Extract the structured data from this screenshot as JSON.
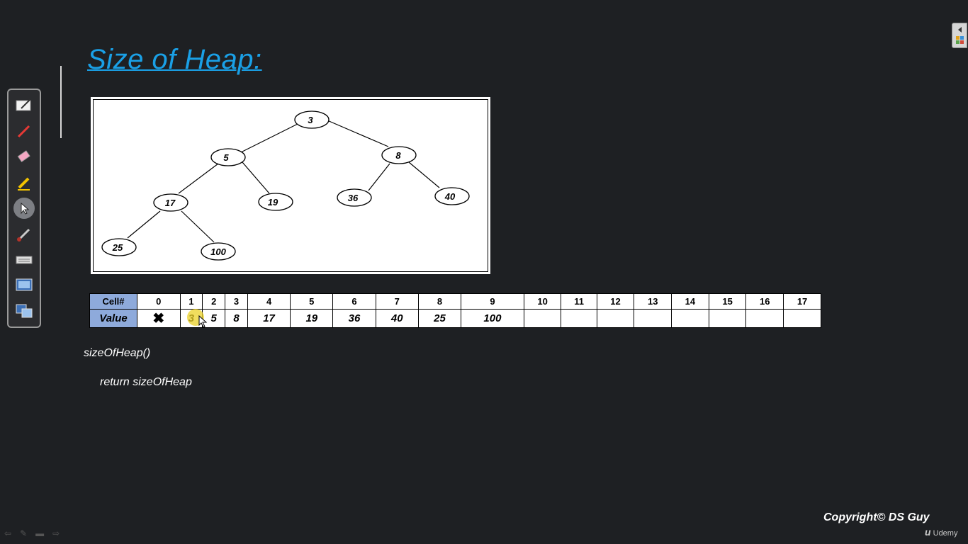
{
  "slide": {
    "title": "Size of Heap:",
    "tree": {
      "nodes": [
        "3",
        "5",
        "8",
        "17",
        "19",
        "36",
        "40",
        "25",
        "100"
      ]
    },
    "array": {
      "row_headers": [
        "Cell#",
        "Value"
      ],
      "cells": [
        "0",
        "1",
        "2",
        "3",
        "4",
        "5",
        "6",
        "7",
        "8",
        "9",
        "10",
        "11",
        "12",
        "13",
        "14",
        "15",
        "16",
        "17"
      ],
      "values": [
        "✖",
        "3",
        "5",
        "8",
        "17",
        "19",
        "36",
        "40",
        "25",
        "100",
        "",
        "",
        "",
        "",
        "",
        "",
        "",
        ""
      ]
    },
    "code": {
      "line1": "sizeOfHeap()",
      "line2": "return sizeOfHeap"
    },
    "copyright": "Copyright© DS Guy",
    "brand": "Udemy"
  },
  "toolbar": {
    "tools": [
      "whiteboard-icon",
      "pen-icon",
      "eraser-icon",
      "highlighter-icon",
      "select-pointer-icon",
      "brush-icon",
      "keyboard-icon",
      "screen-capture-icon",
      "switch-screen-icon"
    ],
    "active": "select-pointer-icon"
  },
  "colors": {
    "background": "#1e2023",
    "title": "#1aa0e6",
    "table_header": "#8eaadb",
    "cursor_highlight": "#ebd228"
  }
}
